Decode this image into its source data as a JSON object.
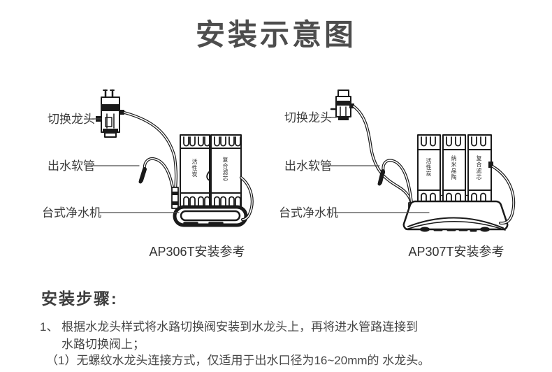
{
  "title": "安装示意图",
  "diagrams": {
    "left": {
      "caption": "AP306T安装参考",
      "labels": {
        "faucet": "切换龙头",
        "hose": "出水软管",
        "machine": "台式净水机"
      },
      "filters": {
        "f1": "活性炭",
        "f2": "复合滤芯"
      }
    },
    "right": {
      "caption": "AP307T安装参考",
      "labels": {
        "faucet": "切换龙头",
        "hose": "出水软管",
        "machine": "台式净水机"
      },
      "filters": {
        "f1": "活性炭",
        "f2": "纳米晶陶",
        "f3": "复合滤芯"
      }
    }
  },
  "steps": {
    "heading": "安装步骤:",
    "line1": "1、 根据水龙头样式将水路切换阀安装到水龙头上，再将进水管路连接到",
    "line2": "水路切换阀上；",
    "line3": "（1）无螺纹水龙头连接方式，仅适用于出水口径为16~20mm的 水龙头。"
  },
  "colors": {
    "line": "#1a1a1a",
    "text": "#464646",
    "title": "#4d4d4d"
  }
}
